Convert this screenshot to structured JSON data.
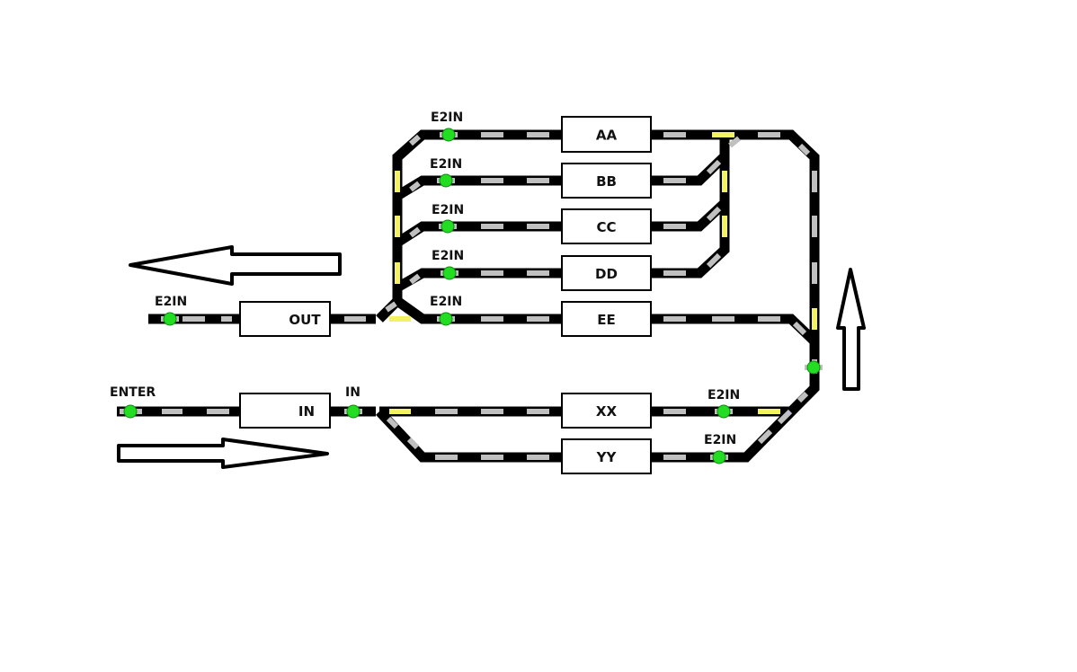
{
  "diagram": {
    "type": "railway-track-layout",
    "colors": {
      "track": "#000000",
      "tie": "#c0c0c0",
      "active_tie": "#f2f263",
      "sensor": "#22dd22",
      "block_fill": "#ffffff"
    },
    "blocks": [
      {
        "id": "AA",
        "label": "AA"
      },
      {
        "id": "BB",
        "label": "BB"
      },
      {
        "id": "CC",
        "label": "CC"
      },
      {
        "id": "DD",
        "label": "DD"
      },
      {
        "id": "EE",
        "label": "EE"
      },
      {
        "id": "OUT",
        "label": "OUT"
      },
      {
        "id": "IN",
        "label": "IN"
      },
      {
        "id": "XX",
        "label": "XX"
      },
      {
        "id": "YY",
        "label": "YY"
      }
    ],
    "sensor_labels": {
      "aa": "E2IN",
      "bb": "E2IN",
      "cc": "E2IN",
      "dd": "E2IN",
      "ee": "E2IN",
      "out": "E2IN",
      "enter": "ENTER",
      "in": "IN",
      "xx": "E2IN",
      "yy": "E2IN"
    },
    "arrows": [
      {
        "id": "out-direction",
        "direction": "left"
      },
      {
        "id": "in-direction",
        "direction": "right"
      },
      {
        "id": "loop-direction",
        "direction": "up"
      }
    ]
  }
}
